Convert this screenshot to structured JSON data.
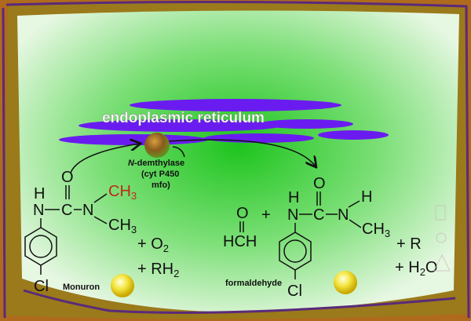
{
  "title": "endoplasmic reticulum",
  "enzyme": {
    "line1_italic": "N",
    "line1_rest": "-demthylase",
    "line2": "(cyt P450",
    "line3": "mfo)"
  },
  "monuron": {
    "label": "Monuron",
    "atoms": {
      "h": "H",
      "n1": "N",
      "c": "C",
      "n2": "N",
      "o": "O",
      "ch3_red": "CH",
      "ch3_red_sub": "3",
      "ch3": "CH",
      "ch3_sub": "3",
      "cl": "Cl"
    }
  },
  "reactants": {
    "plus_o2": "+ O",
    "o2_sub": "2",
    "plus_rh2": "+ RH",
    "rh2_sub": "2"
  },
  "formaldehyde": {
    "label": "formaldehyde",
    "o": "O",
    "hch": "HCH",
    "plus": "+"
  },
  "product": {
    "atoms": {
      "h1": "H",
      "n1": "N",
      "c": "C",
      "n2": "N",
      "o": "O",
      "h2": "H",
      "ch3": "CH",
      "ch3_sub": "3",
      "cl": "Cl"
    }
  },
  "byproducts": {
    "plus_r": "+ R",
    "plus_h2o_a": "+ H",
    "h2o_sub": "2",
    "h2o_b": "O"
  },
  "colors": {
    "membrane": "#6a1cf0",
    "methyl_highlight": "#c0281a",
    "frame": "#b06a1e"
  }
}
